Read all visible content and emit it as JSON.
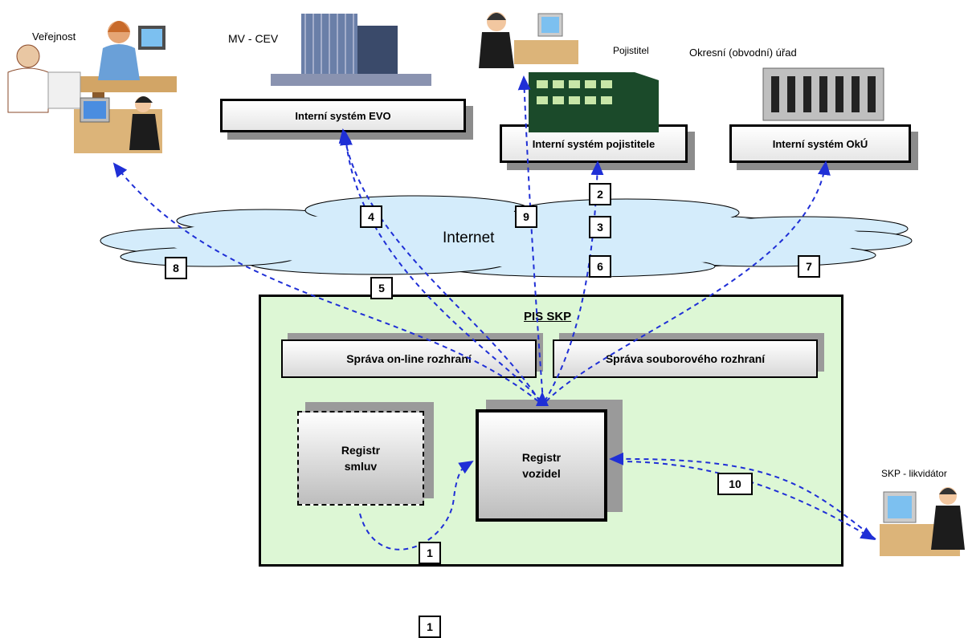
{
  "actors": {
    "public": "Veřejnost",
    "ministry": "MV - CEV",
    "insurer": "Pojistitel",
    "district_office": "Okresní (obvodní) úřad",
    "liquidator": "SKP - likvidátor"
  },
  "systems": {
    "evo": "Interní systém EVO",
    "insurer": "Interní systém pojistitele",
    "oku": "Interní systém OkÚ"
  },
  "network": {
    "label": "Internet"
  },
  "pis": {
    "title": "PIS SKP",
    "online_interface": "Správa on-line rozhraní",
    "file_interface": "Správa souborového rozhraní",
    "contracts_register": "Registr\nsmluv",
    "vehicles_register": "Registr\nvozidel"
  },
  "steps": [
    "1",
    "2",
    "3",
    "4",
    "5",
    "6",
    "7",
    "8",
    "9",
    "10"
  ],
  "colors": {
    "arrow": "#1f2fd6",
    "pis_fill": "#ddf7d5",
    "cloud_fill": "#d4ecfb"
  }
}
